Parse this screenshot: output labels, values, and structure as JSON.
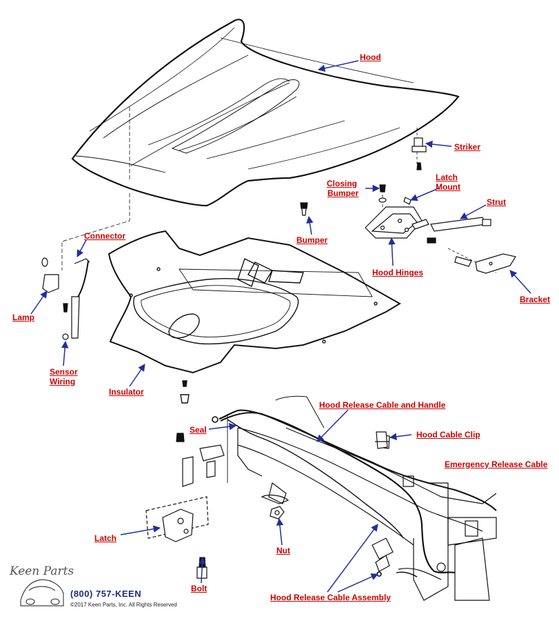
{
  "labels": {
    "hood": "Hood",
    "striker": "Striker",
    "closing_bumper_1": "Closing",
    "closing_bumper_2": "Bumper",
    "latch_mount_1": "Latch",
    "latch_mount_2": "Mount",
    "strut": "Strut",
    "connector": "Connector",
    "bumper": "Bumper",
    "hood_hinges": "Hood Hinges",
    "lamp": "Lamp",
    "bracket": "Bracket",
    "sensor_wiring_1": "Sensor",
    "sensor_wiring_2": "Wiring",
    "insulator": "Insulator",
    "hood_release_cable_handle": "Hood Release Cable and Handle",
    "seal": "Seal",
    "hood_cable_clip": "Hood Cable Clip",
    "emergency_release_cable": "Emergency Release Cable",
    "latch": "Latch",
    "nut": "Nut",
    "bolt": "Bolt",
    "hood_release_cable_assembly": "Hood Release Cable Assembly"
  },
  "footer": {
    "logo_text": "Keen Parts",
    "phone": "(800) 757-KEEN",
    "copyright": "©2017 Keen Parts, Inc. All Rights Reserved"
  },
  "colors": {
    "label": "#cc0000",
    "arrow": "#1f2f9c",
    "line": "#111111",
    "phone": "#1a2f78"
  }
}
